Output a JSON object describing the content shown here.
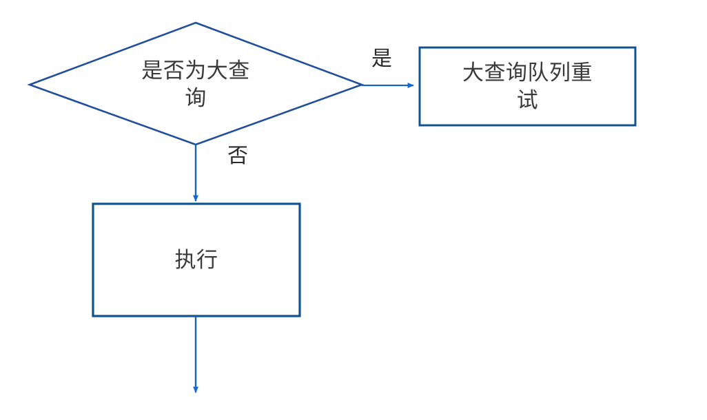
{
  "diagram": {
    "type": "flowchart",
    "title": "",
    "background_color": "#ffffff",
    "colors": {
      "shape_stroke": "#1f4e9c",
      "box_stroke": "#10538f",
      "connector_line": "#1565c0",
      "arrow_head": "#1668d0",
      "node_text": "#3a3a3a",
      "edge_label_text": "#2b2b2b",
      "shape_fill": "#ffffff"
    },
    "nodes": [
      {
        "id": "decision-big-query",
        "shape": "diamond",
        "label": "是否为大查\n询",
        "label_lines": [
          "是否为大查",
          "询"
        ]
      },
      {
        "id": "big-query-queue-retry",
        "shape": "rectangle",
        "label": "大查询队列重\n试",
        "label_lines": [
          "大查询队列重",
          "试"
        ]
      },
      {
        "id": "execute",
        "shape": "rectangle",
        "label": "执行",
        "label_lines": [
          "执行"
        ]
      }
    ],
    "edges": [
      {
        "id": "edge-yes",
        "from": "decision-big-query",
        "to": "big-query-queue-retry",
        "label": "是",
        "direction": "right"
      },
      {
        "id": "edge-no",
        "from": "decision-big-query",
        "to": "execute",
        "label": "否",
        "direction": "down"
      },
      {
        "id": "edge-execute-out",
        "from": "execute",
        "to": "",
        "label": "",
        "direction": "down"
      }
    ]
  }
}
